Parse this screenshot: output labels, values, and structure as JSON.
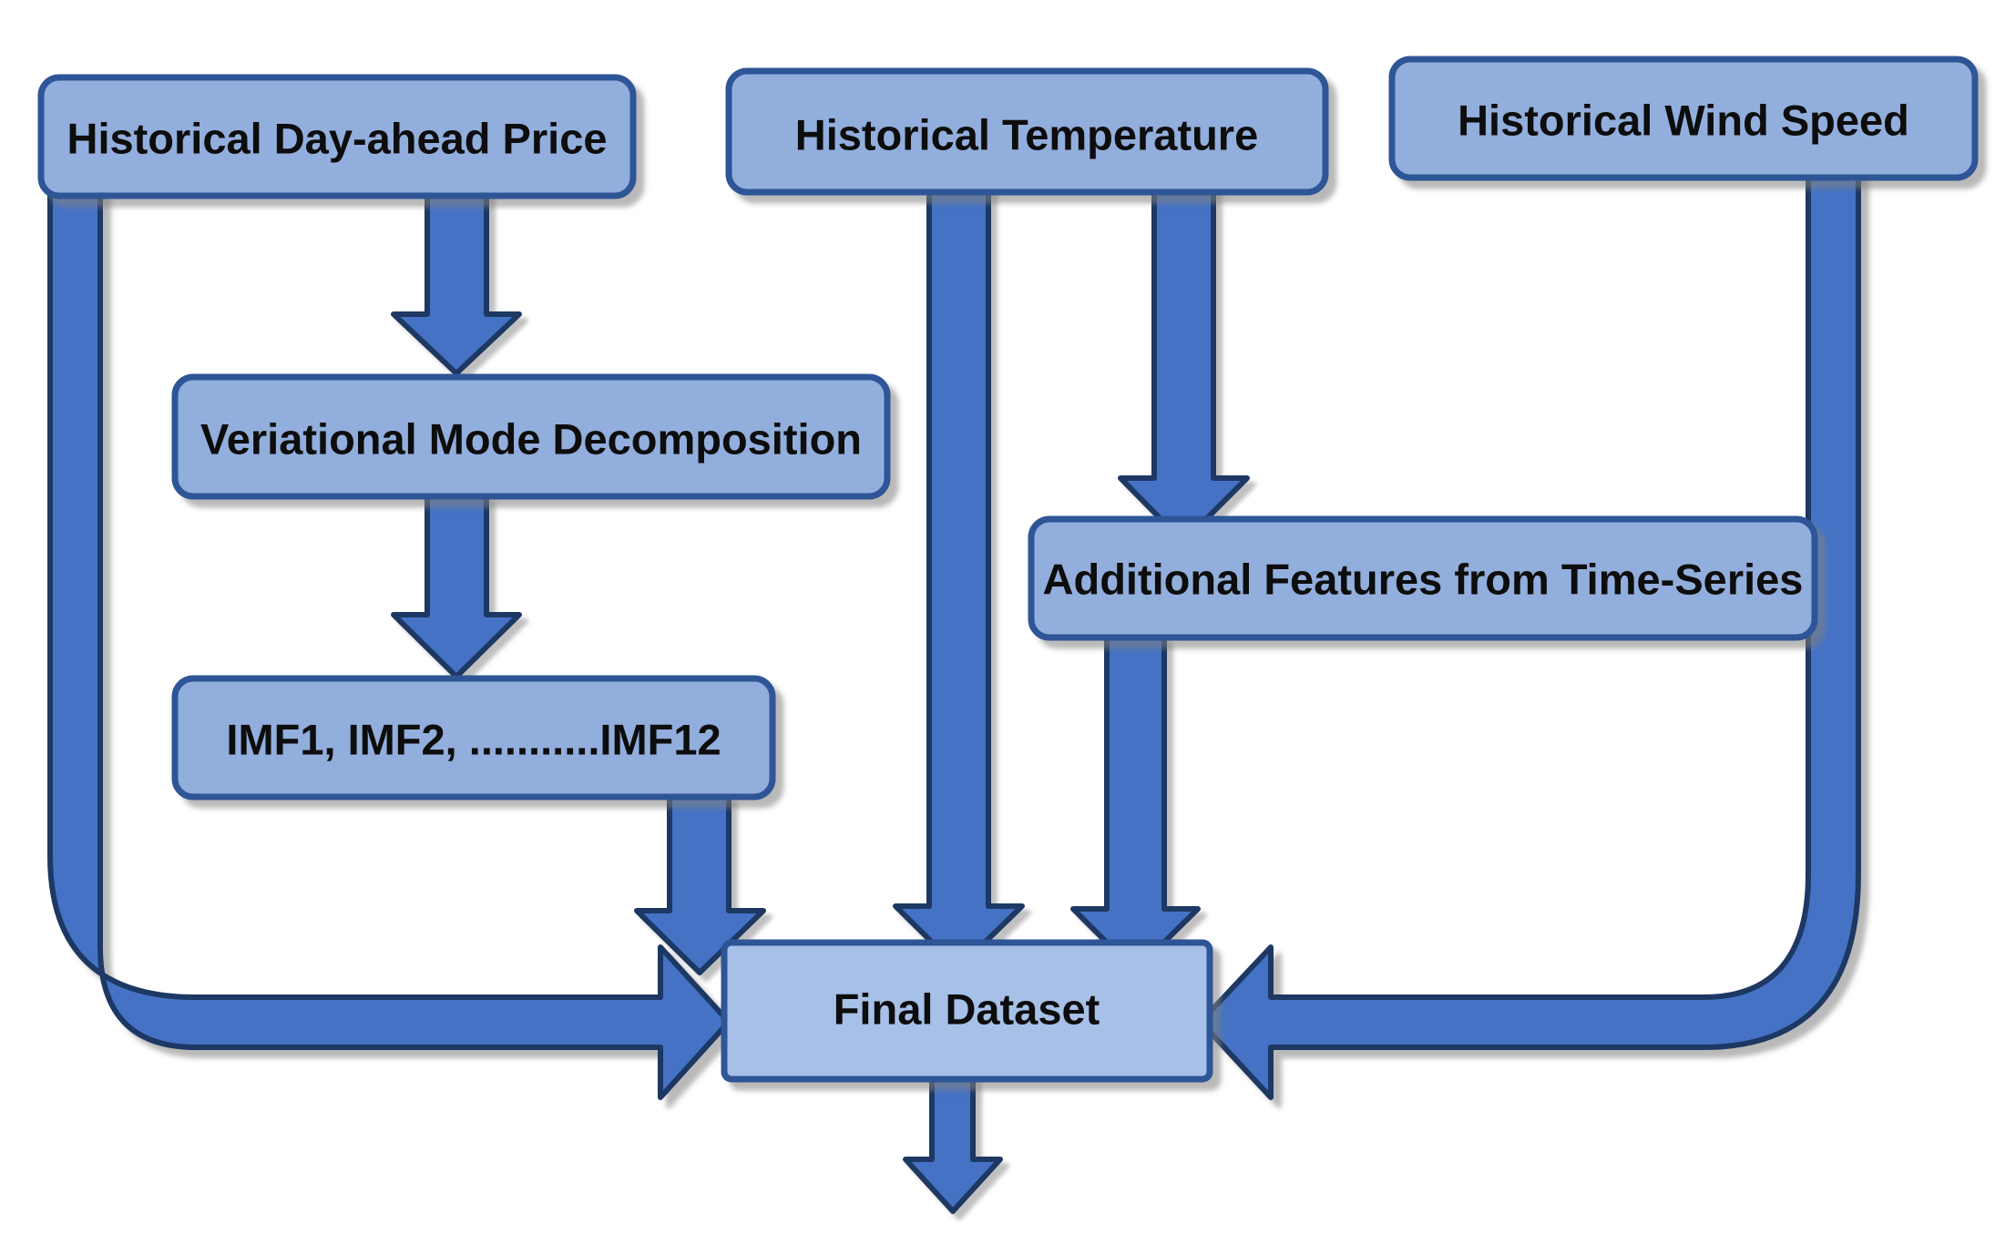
{
  "diagram": {
    "title": "Data preparation flowchart",
    "background_color": "#FFFFFF",
    "node_fill_color": "#92AEDC",
    "node_border_color": "#2E5496",
    "arrow_fill_color": "#4472C4",
    "arrow_border_color": "#1F3864",
    "text_color": "#0D0D0D",
    "nodes": [
      {
        "id": "price",
        "label": "Historical Day-ahead Price"
      },
      {
        "id": "temp",
        "label": "Historical Temperature"
      },
      {
        "id": "wind",
        "label": "Historical Wind Speed"
      },
      {
        "id": "vmd",
        "label": "Veriational Mode Decomposition"
      },
      {
        "id": "imf",
        "label": "IMF1, IMF2, ...........IMF12"
      },
      {
        "id": "addfeat",
        "label": "Additional Features from Time-Series"
      },
      {
        "id": "final",
        "label": "Final Dataset"
      }
    ],
    "edges": [
      {
        "id": "price-to-vmd",
        "from": "price",
        "to": "vmd",
        "style": "straight-down"
      },
      {
        "id": "vmd-to-imf",
        "from": "vmd",
        "to": "imf",
        "style": "straight-down"
      },
      {
        "id": "imf-to-final",
        "from": "imf",
        "to": "final",
        "style": "straight-down"
      },
      {
        "id": "price-to-final",
        "from": "price",
        "to": "final",
        "style": "curved-left"
      },
      {
        "id": "temp-to-final",
        "from": "temp",
        "to": "final",
        "style": "straight-down"
      },
      {
        "id": "temp-to-addfeat",
        "from": "temp",
        "to": "addfeat",
        "style": "straight-down"
      },
      {
        "id": "addfeat-to-final",
        "from": "addfeat",
        "to": "final",
        "style": "straight-down"
      },
      {
        "id": "wind-to-final",
        "from": "wind",
        "to": "final",
        "style": "curved-right"
      },
      {
        "id": "final-output",
        "from": "final",
        "to": null,
        "style": "straight-down-open"
      }
    ]
  }
}
